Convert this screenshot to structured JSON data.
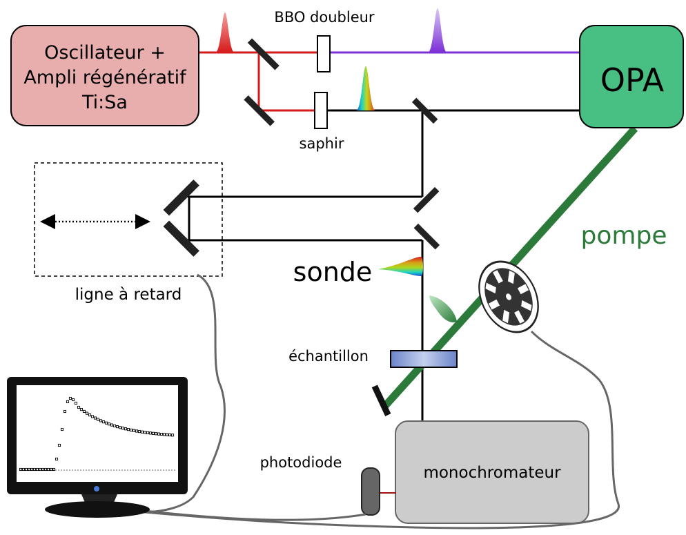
{
  "labels": {
    "laser_line1": "Oscillateur +",
    "laser_line2": "Ampli régénératif",
    "laser_line3": "Ti:Sa",
    "bbo": "BBO doubleur",
    "saphir": "saphir",
    "opa": "OPA",
    "pompe": "pompe",
    "sonde": "sonde",
    "delay_line": "ligne à retard",
    "echantillon": "échantillon",
    "photodiode": "photodiode",
    "monochromateur": "monochromateur"
  },
  "colors": {
    "laser_fill": "#e8adad",
    "opa_fill": "#48bf83",
    "pump_beam": "#2c7a3a",
    "red_beam": "#d61a1a",
    "violet_beam": "#7b2fd6",
    "white_beam": "#000000",
    "mono_fill": "#cccccc",
    "cable": "#666666",
    "pompe_text": "#2c7a3a"
  },
  "icons": {
    "chopper": "chopper-wheel-icon",
    "monitor": "monitor-icon",
    "mirror": "mirror-icon",
    "arrow": "double-arrow-icon"
  }
}
